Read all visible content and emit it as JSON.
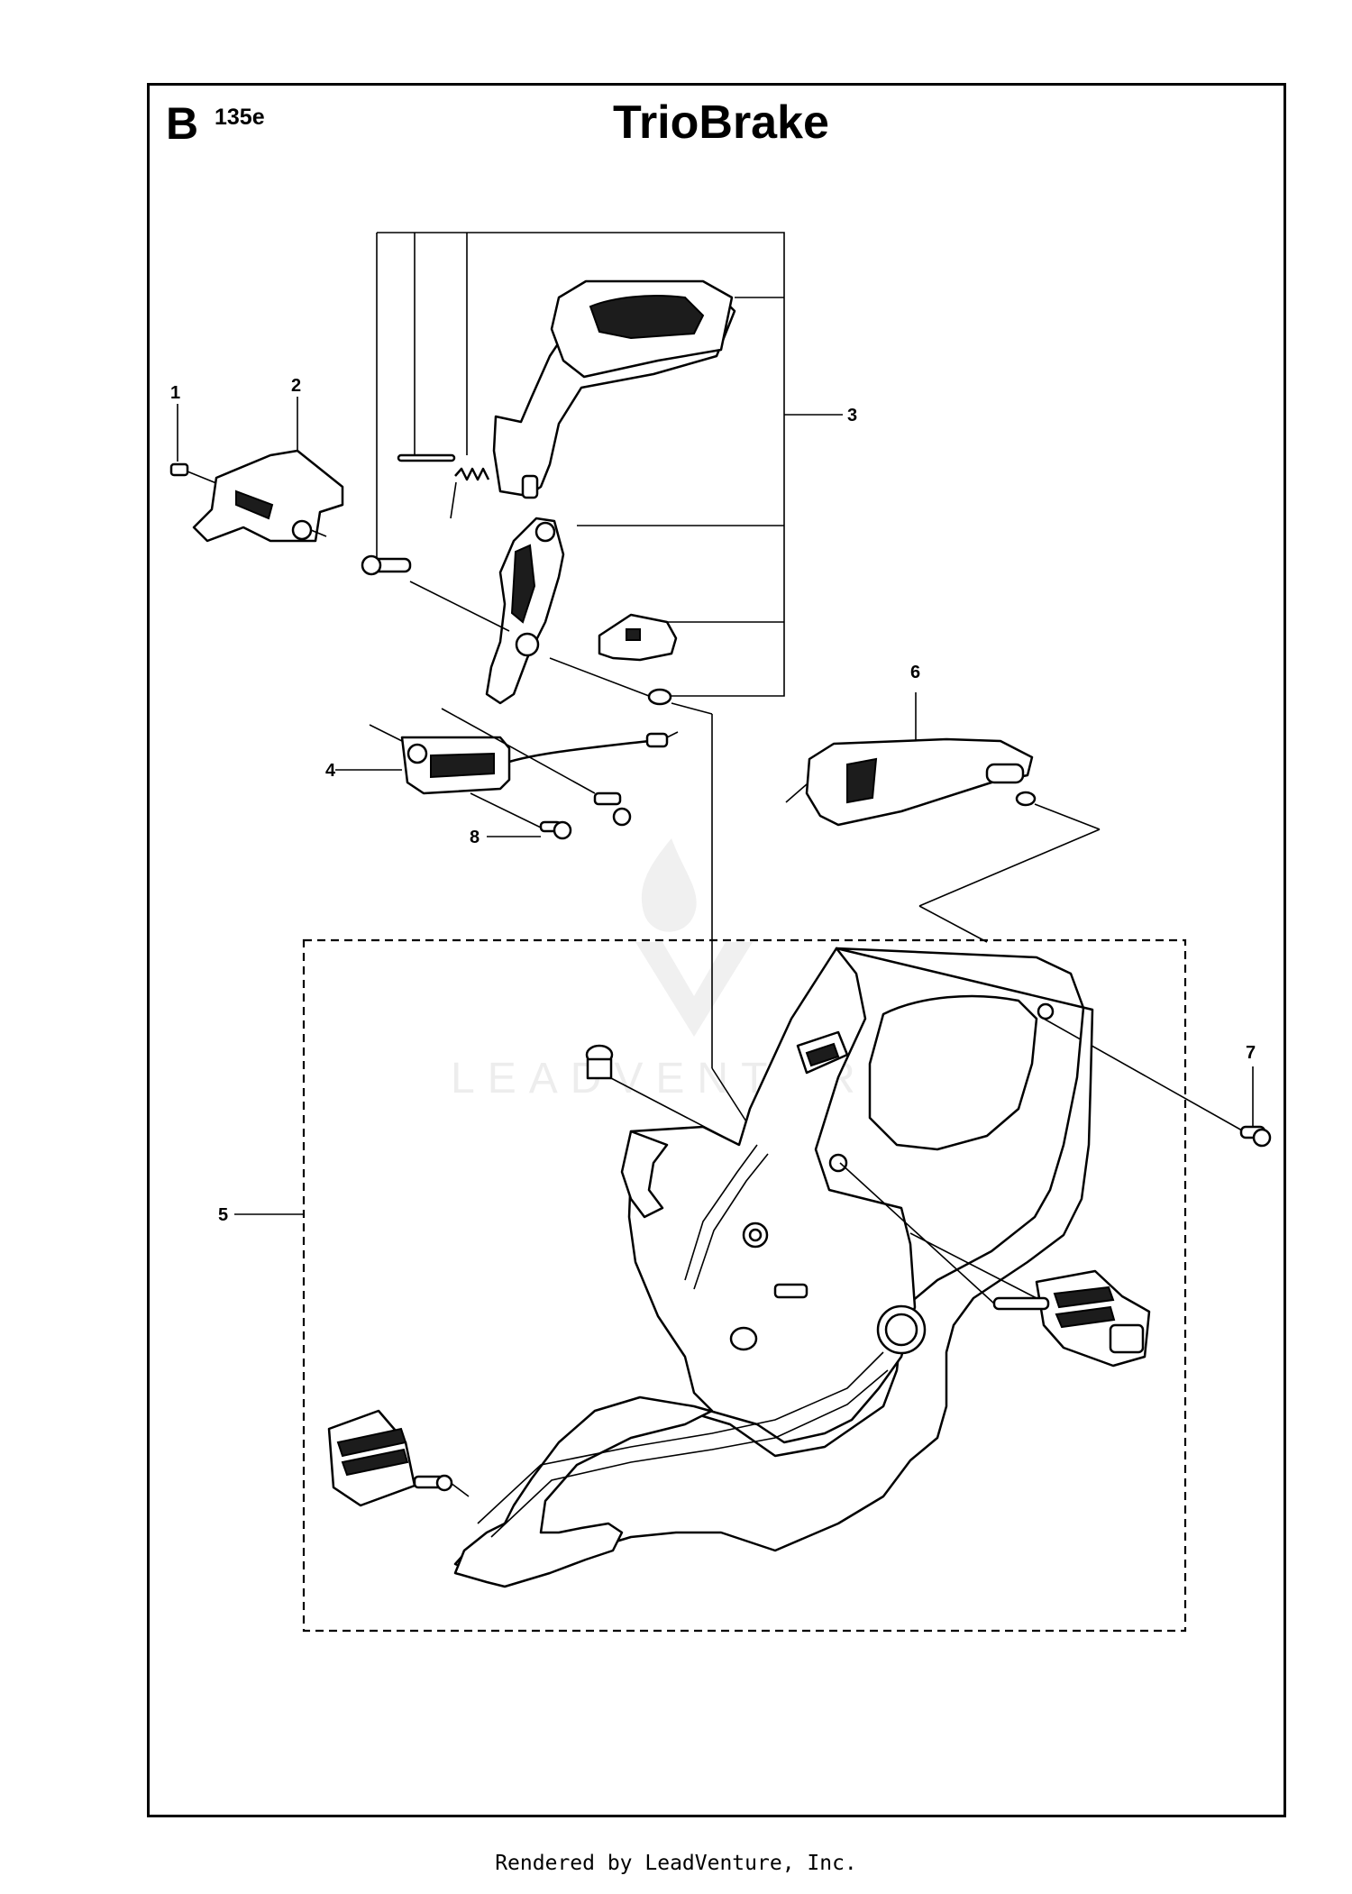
{
  "header": {
    "section": "B",
    "model": "135e",
    "title": "TrioBrake"
  },
  "callouts": [
    "1",
    "2",
    "3",
    "4",
    "5",
    "6",
    "7",
    "8"
  ],
  "watermark": "LEADVENTURE",
  "footer": "Rendered by LeadVenture, Inc."
}
